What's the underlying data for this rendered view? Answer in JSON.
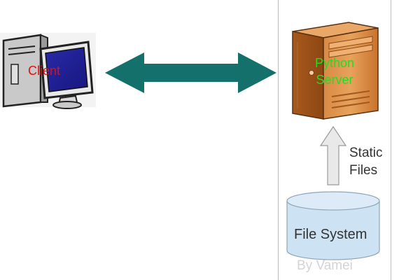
{
  "diagram": {
    "client": {
      "label": "Client",
      "icon": "desktop-computer-icon"
    },
    "server": {
      "label_line1": "Python",
      "label_line2": "Server",
      "icon": "server-tower-icon"
    },
    "arrow_link": {
      "kind": "bidirectional",
      "color": "#13706b"
    },
    "static_files": {
      "label_line1": "Static",
      "label_line2": "Files"
    },
    "file_system": {
      "label": "File System",
      "color": "#cde3f3"
    },
    "credit": "By Vamei"
  },
  "colors": {
    "client_label": "#dd1111",
    "server_label": "#22dd22",
    "server_body": "#cf7a35",
    "arrow": "#13706b",
    "database": "#cde3f3"
  }
}
